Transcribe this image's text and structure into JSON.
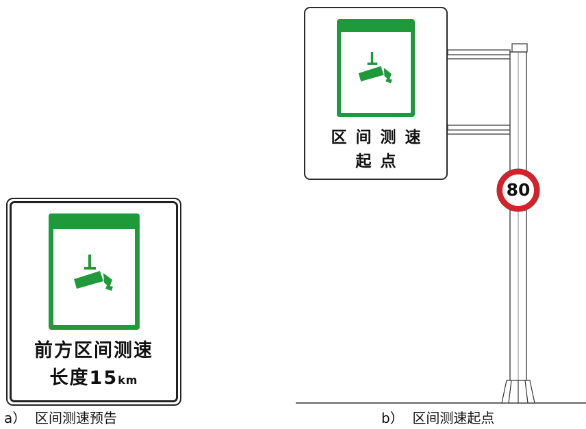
{
  "figure_a": {
    "line1": "前方区间测速",
    "line2_main": "长度15",
    "line2_unit": "km",
    "caption": "a）  区间测速预告"
  },
  "figure_b": {
    "line1": "区间测速",
    "line2": "起点",
    "speed_limit": "80",
    "caption": "b）  区间测速起点"
  },
  "colors": {
    "sign_green": "#1f9a3b",
    "speed_ring_red": "#d8202a",
    "frame": "#222222"
  },
  "icons": [
    "camera-icon"
  ]
}
